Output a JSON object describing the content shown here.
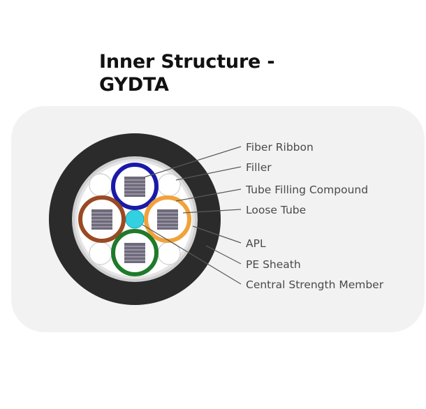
{
  "title": {
    "line1": "Inner Structure -",
    "line2": "GYDTA"
  },
  "labels": [
    "Fiber Ribbon",
    "Filler",
    "Tube Filling Compound",
    "Loose Tube",
    "APL",
    "PE Sheath",
    "Central Strength Member"
  ],
  "colors": {
    "panel_background": "#f2f2f2",
    "sheath": "#2b2b2b",
    "apl": "#c8c8c8",
    "core_background": "#ffffff",
    "tube_blue": "#1a1aa8",
    "tube_orange": "#f2a23a",
    "tube_brown": "#9a4a22",
    "tube_green": "#1f7a2a",
    "central_member": "#32d0e0",
    "leader_line": "#5a5a5a",
    "ribbon_stack": "#6e6a7a"
  },
  "icons": {
    "cable": "cable-cross-section-icon"
  }
}
